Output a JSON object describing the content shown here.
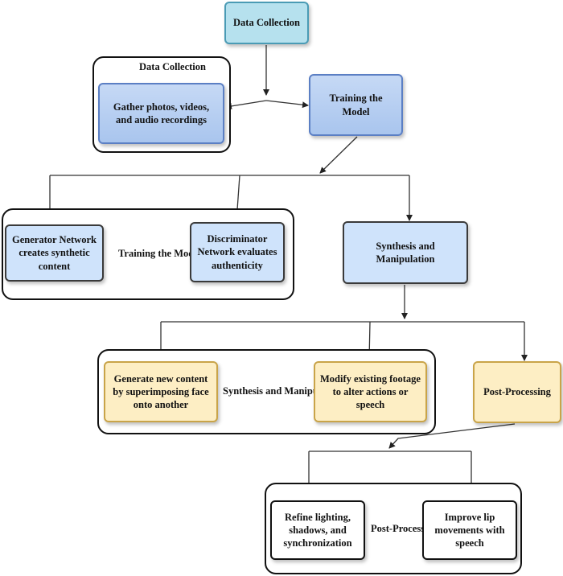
{
  "nodes": {
    "data_collection": "Data Collection",
    "gather": "Gather photos, videos, and audio recordings",
    "training": "Training the Model",
    "generator": "Generator Network creates synthetic content",
    "discriminator": "Discriminator Network evaluates authenticity",
    "synthesis": "Synthesis and Manipulation",
    "generate_new": "Generate new content by superimposing face onto another",
    "modify_existing": "Modify existing footage to alter actions or speech",
    "post_processing": "Post-Processing",
    "refine": "Refine lighting, shadows, and synchronization",
    "lip": "Improve lip movements with speech"
  },
  "groups": {
    "data_collection": "Data Collection",
    "training": "Training the Model",
    "synthesis": "Synthesis and Manipulation",
    "post_processing": "Post-Processing"
  },
  "colors": {
    "cyan": "#b6e1ee",
    "blue": "#a9c5ee",
    "light_blue": "#cfe3fb",
    "yellow": "#fdeec4",
    "white": "#ffffff"
  }
}
